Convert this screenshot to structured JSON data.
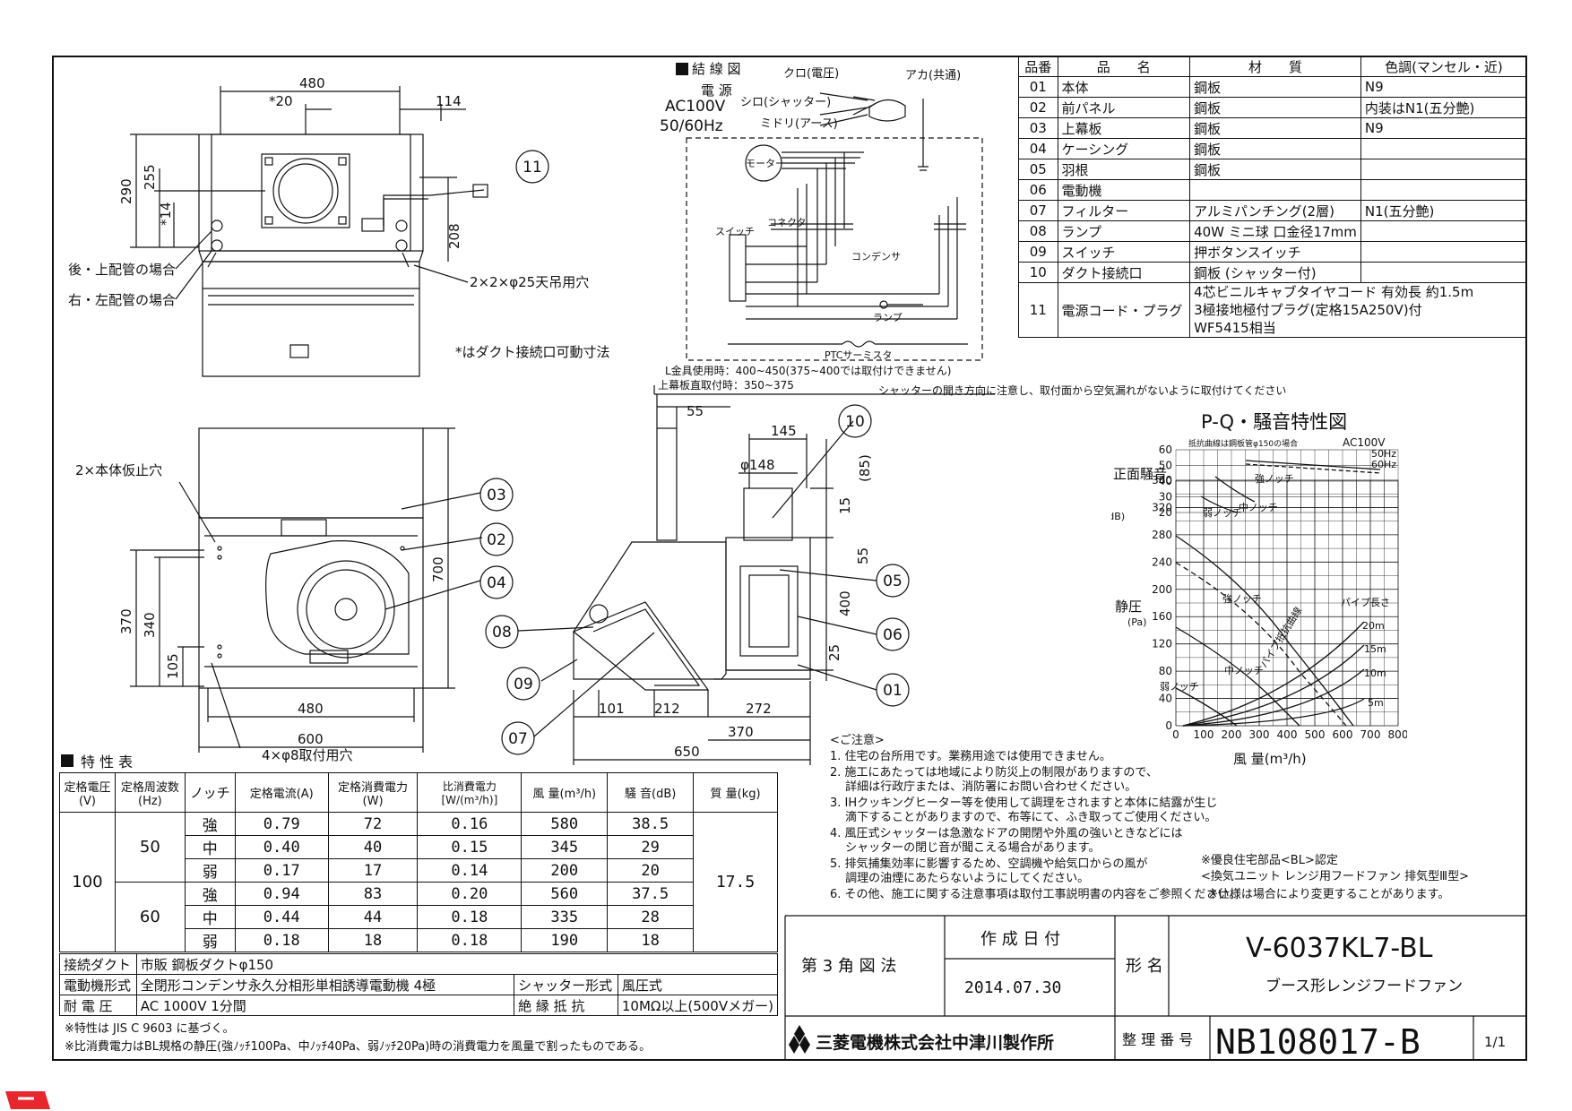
{
  "wiring": {
    "title": "結 線 図",
    "power_label": "電 源",
    "power_spec": "AC100V",
    "power_freq": "50/60Hz",
    "wire_black": "クロ(電圧)",
    "wire_white": "シロ(シャッター)",
    "wire_green": "ミドリ(アース)",
    "wire_red": "アカ(共通)",
    "motor": "モーター",
    "switch": "スイッチ",
    "connector": "コネクタ",
    "lamp": "ランプ",
    "capacitor": "コンデンサ",
    "ptc": "PTCサーミスタ",
    "note_l": "L金具使用時：400~450(375~400では取付けできません)",
    "note_top": "上幕板直取付時：350~375"
  },
  "front_view": {
    "dim_width": "480",
    "dim_offset": "*20",
    "dim_114": "114",
    "dim_290": "290",
    "dim_255": "255",
    "dim_14": "*14",
    "dim_208": "208",
    "rear_pipe": "後・上配管の場合",
    "side_pipe": "右・左配管の場合",
    "hang_hole": "2×2×φ25天吊用穴",
    "movable_note": "*はダクト接続口可動寸法"
  },
  "bottom_view": {
    "temp_hole": "2×本体仮止穴",
    "dim_700": "700",
    "dim_370": "370",
    "dim_340": "340",
    "dim_105": "105",
    "dim_480": "480",
    "dim_600": "600",
    "mount_hole": "4×φ8取付用穴"
  },
  "side_view": {
    "dim_55a": "55",
    "dim_145": "145",
    "dim_148": "φ148",
    "dim_85": "(85)",
    "dim_15": "15",
    "dim_55b": "55",
    "dim_400": "400",
    "dim_25": "25",
    "dim_101": "101",
    "dim_212": "212",
    "dim_272": "272",
    "dim_370": "370",
    "dim_650": "650",
    "shutter_note": "シャッターの開き方向に注意し、取付面から空気漏れがないように取付けてください"
  },
  "balloons": [
    "11",
    "03",
    "02",
    "04",
    "08",
    "09",
    "07",
    "10",
    "05",
    "06",
    "01"
  ],
  "parts": {
    "headers": [
      "品番",
      "品　　名",
      "材　　質",
      "色調(マンセル・近)"
    ],
    "rows": [
      [
        "01",
        "本体",
        "鋼板",
        "N9"
      ],
      [
        "02",
        "前パネル",
        "鋼板",
        "内装はN1(五分艶)"
      ],
      [
        "03",
        "上幕板",
        "鋼板",
        "N9"
      ],
      [
        "04",
        "ケーシング",
        "鋼板",
        ""
      ],
      [
        "05",
        "羽根",
        "鋼板",
        ""
      ],
      [
        "06",
        "電動機",
        "",
        ""
      ],
      [
        "07",
        "フィルター",
        "アルミパンチング(2層)",
        "N1(五分艶)"
      ],
      [
        "08",
        "ランプ",
        "40W ミニ球 口金径17mm",
        ""
      ],
      [
        "09",
        "スイッチ",
        "押ボタンスイッチ",
        ""
      ],
      [
        "10",
        "ダクト接続口",
        "鋼板 (シャッター付)",
        ""
      ],
      [
        "11",
        "電源コード・プラグ",
        "4芯ビニルキャブタイヤコード 有効長 約1.5m",
        ""
      ]
    ],
    "row11_line2": "3極接地極付プラグ(定格15A250V)付",
    "row11_line3": "WF5415相当"
  },
  "pq": {
    "title": "P-Q・騒音特性図",
    "subtitle": "抵抗曲線は鋼板管φ150の場合",
    "voltage": "AC100V",
    "legend_50": "50Hz",
    "legend_60": "60Hz",
    "noise_label": "正面騒音",
    "noise_unit": "(dB)",
    "pressure_label": "静圧",
    "pressure_unit": "(Pa)",
    "flow_label": "風 量(m³/h)",
    "strong": "強ノッチ",
    "mid": "中ノッチ",
    "weak": "弱ノッチ",
    "pipe": "パイプ長さ",
    "resist": "パイプ抵抗曲線",
    "p20": "20m",
    "p15": "15m",
    "p10": "10m",
    "p5": "5m"
  },
  "chart_data": {
    "type": "line",
    "x_ticks": [
      "0",
      "100",
      "200",
      "300",
      "400",
      "500",
      "600",
      "700",
      "800"
    ],
    "y_ticks_pressure": [
      "0",
      "40",
      "80",
      "120",
      "160",
      "200",
      "240",
      "280",
      "320",
      "360"
    ],
    "y_ticks_noise": [
      "20",
      "30",
      "40",
      "50",
      "60"
    ],
    "xlim": [
      0,
      800
    ],
    "ylim": [
      0,
      360
    ]
  },
  "notes": {
    "title": "<ご注意>",
    "items": [
      "1. 住宅の台所用です。業務用途では使用できません。",
      "2. 施工にあたっては地域により防災上の制限がありますので、",
      "　 詳細は行政庁または、消防署にお問い合わせください。",
      "3. IHクッキングヒーター等を使用して調理をされますと本体に結露が生じ",
      "　 滴下することがありますので、布等にて、ふき取ってご使用ください。",
      "4. 風圧式シャッターは急激なドアの開閉や外風の強いときなどには",
      "　 シャッターの閉じ音が聞こえる場合があります。",
      "5. 排気捕集効率に影響するため、空調機や給気口からの風が",
      "　 調理の油煙にあたらないようにしてください。",
      "6. その他、施工に関する注意事項は取付工事説明書の内容をご参照ください。"
    ],
    "bl1": "※優良住宅部品<BL>認定",
    "bl2": "<換気ユニット レンジ用フードファン 排気型Ⅲ型>",
    "bl3": "※仕様は場合により変更することがあります。"
  },
  "spec": {
    "title": "特 性 表",
    "headers": [
      "定格電圧(V)",
      "定格周波数(Hz)",
      "ノッチ",
      "定格電流(A)",
      "定格消費電力(W)",
      "比消費電力[W/(m³/h)]",
      "風 量(m³/h)",
      "騒 音(dB)",
      "質 量(kg)"
    ],
    "voltage": "100",
    "freq50": "50",
    "freq60": "60",
    "mass": "17.5",
    "rows": [
      [
        "強",
        "0.79",
        "72",
        "0.16",
        "580",
        "38.5"
      ],
      [
        "中",
        "0.40",
        "40",
        "0.15",
        "345",
        "29"
      ],
      [
        "弱",
        "0.17",
        "17",
        "0.14",
        "200",
        "20"
      ],
      [
        "強",
        "0.94",
        "83",
        "0.20",
        "560",
        "37.5"
      ],
      [
        "中",
        "0.44",
        "44",
        "0.18",
        "335",
        "28"
      ],
      [
        "弱",
        "0.18",
        "18",
        "0.18",
        "190",
        "18"
      ]
    ],
    "duct_label": "接続ダクト",
    "duct_value": "市販 鋼板ダクトφ150",
    "motor_label": "電動機形式",
    "motor_value": "全閉形コンデンサ永久分相形単相誘導電動機 4極",
    "shutter_label": "シャッター形式",
    "shutter_value": "風圧式",
    "withstand_label": "耐 電 圧",
    "withstand_value": "AC 1000V 1分間",
    "insul_label": "絶 縁 抵 抗",
    "insul_value": "10MΩ以上(500Vメガー)",
    "foot1": "※特性は JIS C 9603 に基づく。",
    "foot2": "※比消費電力はBL規格の静圧(強ﾉｯﾁ100Pa、中ﾉｯﾁ40Pa、弱ﾉｯﾁ20Pa)時の消費電力を風量で割ったものである。"
  },
  "titleblock": {
    "projection": "第 3 角 図 法",
    "date_label": "作 成 日 付",
    "date": "2014.07.30",
    "model_label": "形 名",
    "model": "V-6037KL7-BL",
    "product": "ブース形レンジフードファン",
    "company": "三菱電機株式会社中津川製作所",
    "ref_label": "整 理 番 号",
    "ref_no": "NB108017-B",
    "page": "1/1"
  }
}
